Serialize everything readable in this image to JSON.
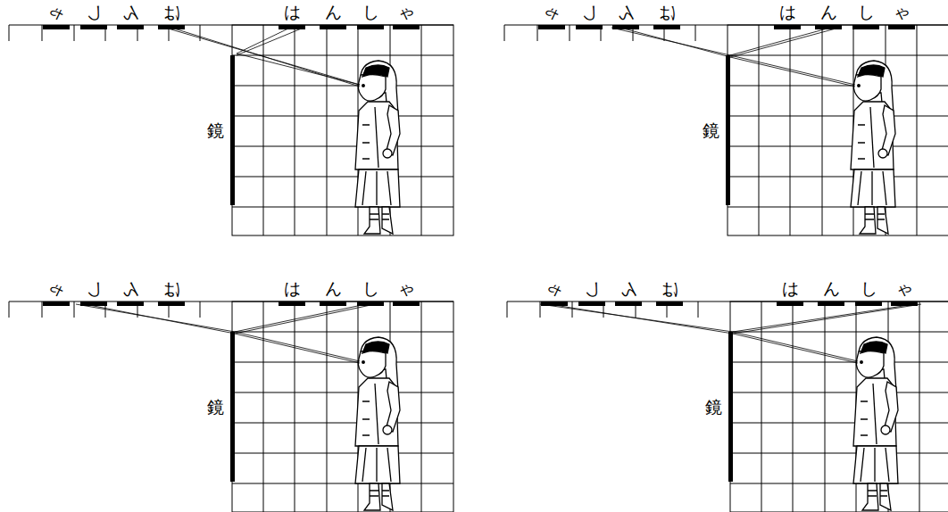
{
  "diagram": {
    "labels": [
      "ゃ",
      "し",
      "ん",
      "は",
      "は",
      "ん",
      "し",
      "ゃ",
      "鏡",
      "ゃ",
      "し",
      "ん",
      "は",
      "は",
      "ん",
      "し",
      "ゃ",
      "鏡",
      "ゃ",
      "し",
      "ん",
      "は",
      "は",
      "ん",
      "し",
      "ゃ",
      "鏡",
      "ゃ",
      "し",
      "ん",
      "は",
      "は",
      "ん",
      "し",
      "ゃ",
      "鏡"
    ]
  }
}
